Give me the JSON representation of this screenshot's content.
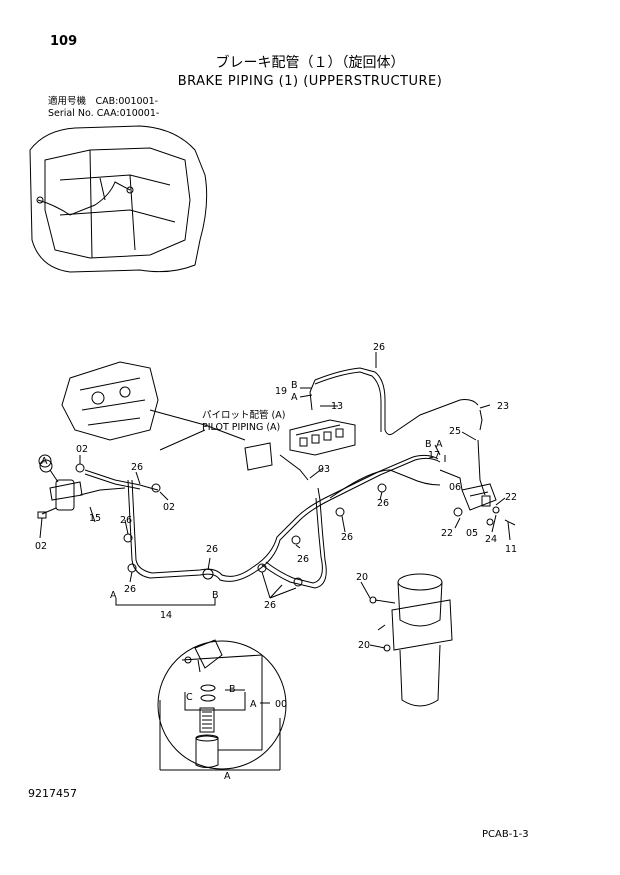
{
  "header": {
    "page_number": "109",
    "title_jp": "ブレーキ配管（１）（旋回体）",
    "title_en": "BRAKE PIPING (1) (UPPERSTRUCTURE)",
    "serial_line1": "適用号機　CAB:001001-",
    "serial_line2": "Serial No. CAA:010001-"
  },
  "callouts": {
    "pilot_jp": "パイロット配管 (A)",
    "pilot_en": "PILOT PIPING (A)",
    "c_26": "26",
    "c_19": "19",
    "c_13": "13",
    "c_23": "23",
    "c_25": "25",
    "c_17": "17",
    "c_02": "02",
    "c_03": "03",
    "c_06": "06",
    "c_22": "22",
    "c_05": "05",
    "c_24": "24",
    "c_11": "11",
    "c_15": "15",
    "c_14": "14",
    "c_20": "20",
    "c_00": "00",
    "l_A": "A",
    "l_B": "B",
    "l_C": "C"
  },
  "footer": {
    "doc_number": "9217457",
    "page_ref": "PCAB-1-3"
  }
}
